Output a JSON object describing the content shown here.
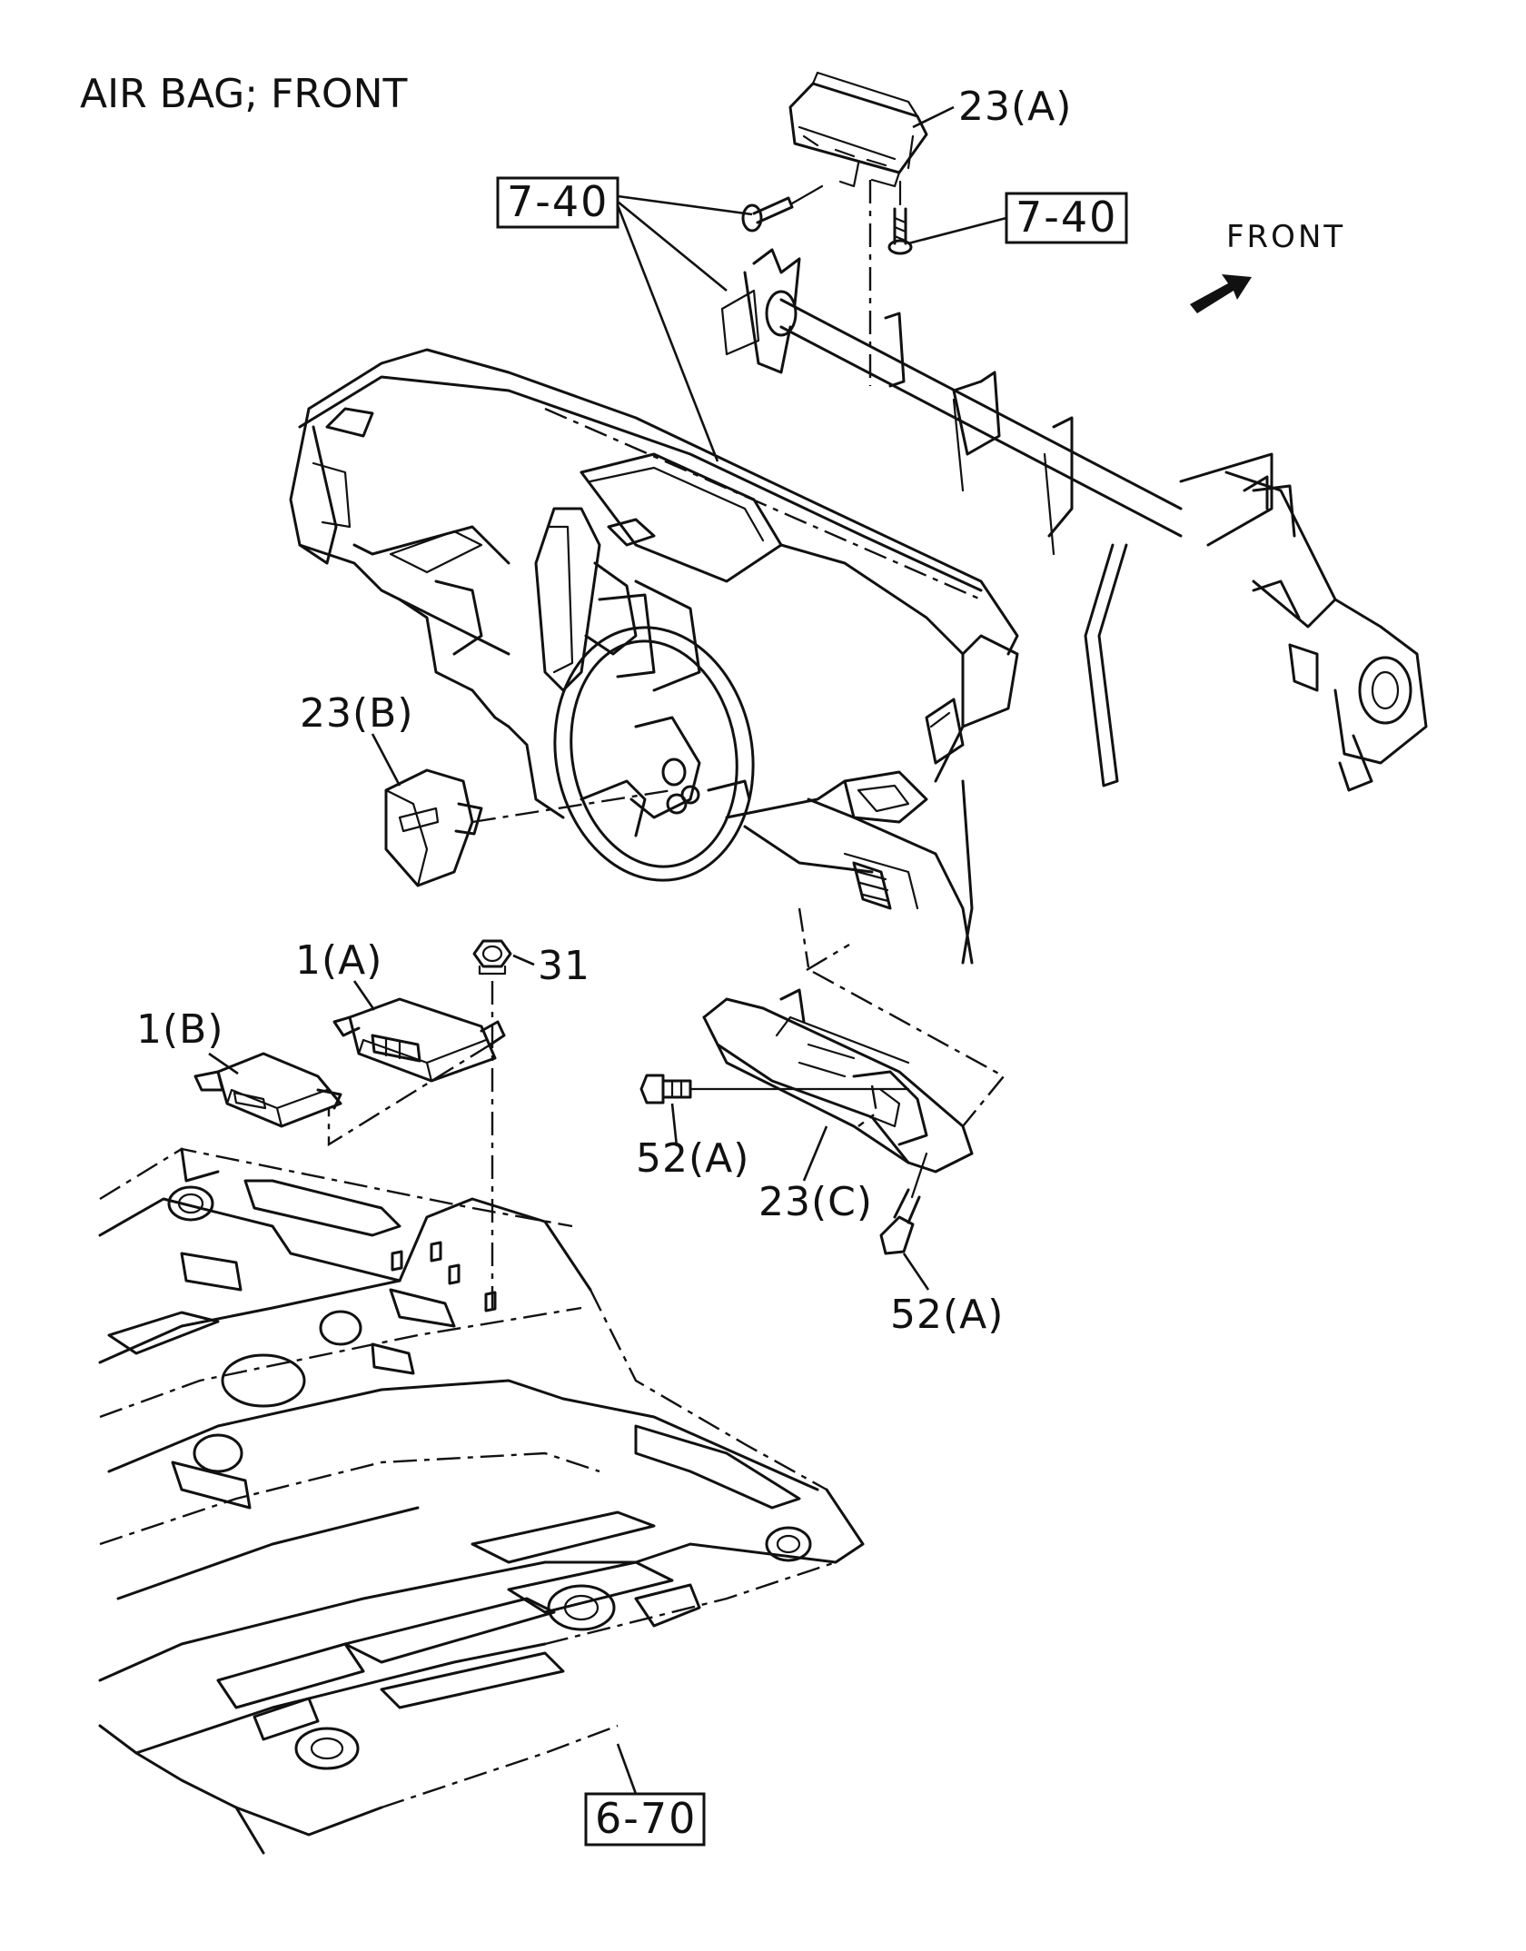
{
  "title": "AIR BAG; FRONT",
  "direction": {
    "label": "FRONT",
    "arrow_icon": "front-direction-arrow-icon"
  },
  "references": [
    {
      "id": "ref-7-40-left",
      "text": "7-40"
    },
    {
      "id": "ref-7-40-right",
      "text": "7-40"
    },
    {
      "id": "ref-6-70",
      "text": "6-70"
    }
  ],
  "callouts": {
    "c23a": "23(A)",
    "c23b": "23(B)",
    "c23c": "23(C)",
    "c1a": "1(A)",
    "c1b": "1(B)",
    "c31": "31",
    "c52a_left": "52(A)",
    "c52a_bottom": "52(A)"
  }
}
